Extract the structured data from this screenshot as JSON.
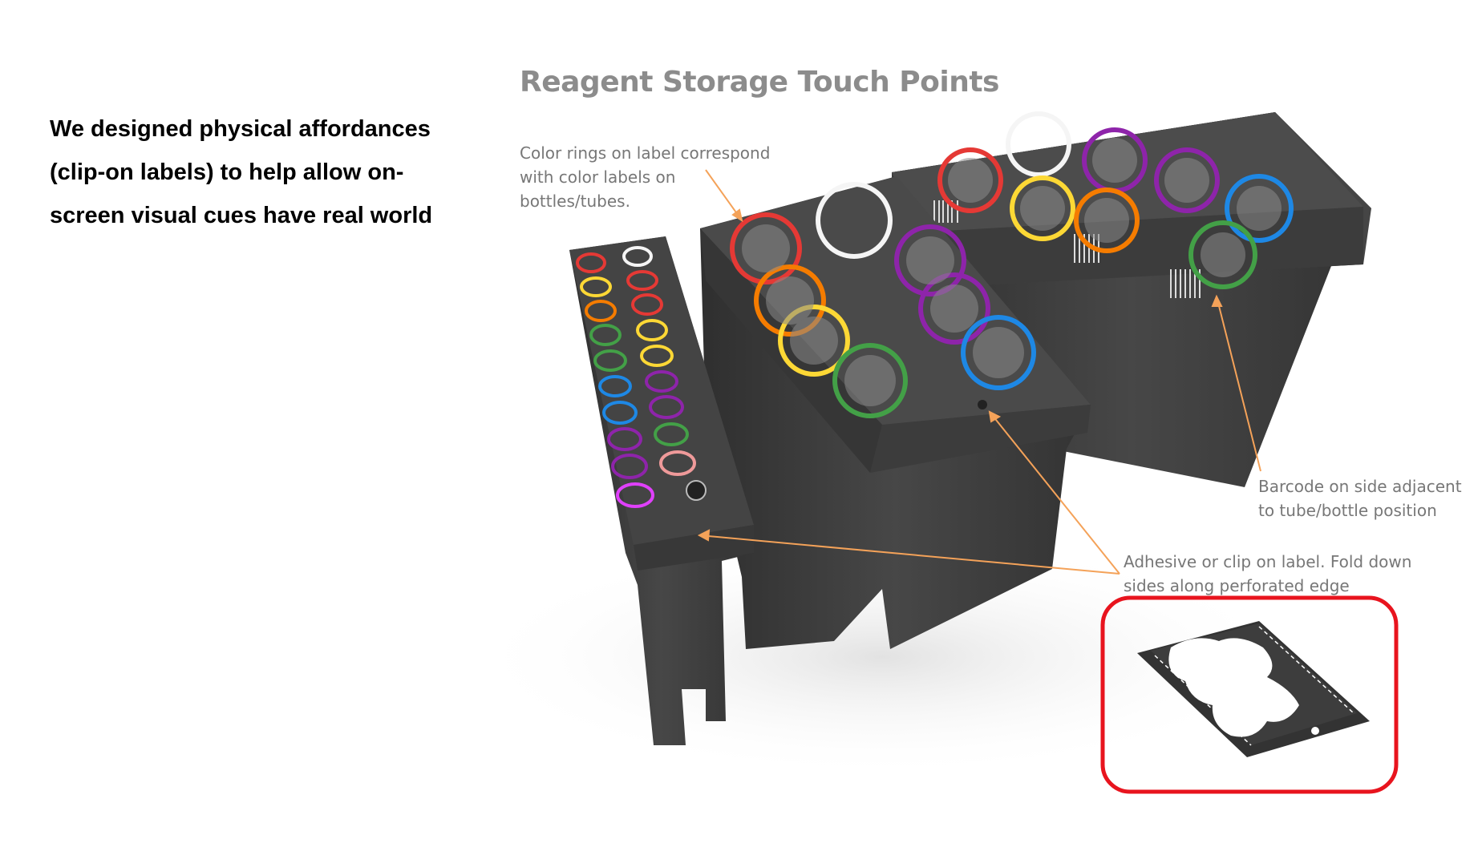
{
  "intro": {
    "lines": [
      "We designed physical affordances",
      "(clip-on labels) to help allow on-",
      "screen visual cues have real world"
    ]
  },
  "diagram": {
    "title": "Reagent Storage Touch Points",
    "callouts": {
      "color_rings": {
        "lines": [
          "Color rings on label correspond",
          "with color labels on",
          "bottles/tubes."
        ]
      },
      "barcode": {
        "lines": [
          "Barcode on side adjacent",
          "to tube/bottle position"
        ]
      },
      "label": {
        "lines": [
          "Adhesive or clip on label.  Fold down",
          "sides along perforated edge"
        ]
      }
    }
  },
  "colors": {
    "tray_body": "#3d3d3d",
    "tray_top": "#454545",
    "callout_arrow": "#f4a259",
    "highlight_frame": "#e8141e",
    "ring_red": "#e53935",
    "ring_orange": "#f57c00",
    "ring_yellow": "#fdd835",
    "ring_green": "#43a047",
    "ring_blue": "#1e88e5",
    "ring_purple": "#8e24aa",
    "ring_white": "#f5f5f5"
  }
}
